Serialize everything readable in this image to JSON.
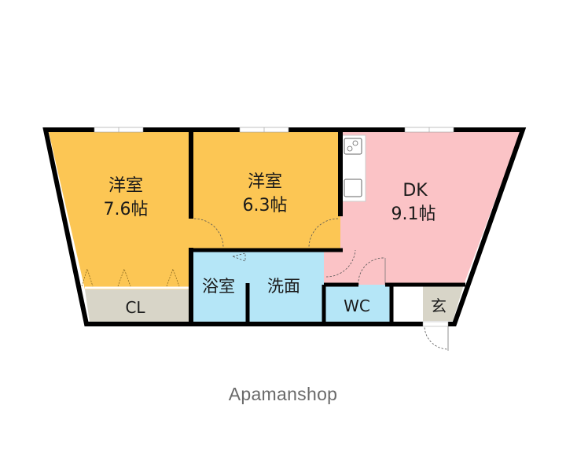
{
  "floorplan": {
    "rooms": [
      {
        "id": "western-room-1",
        "name": "洋室",
        "area": "7.6帖",
        "color": "#fcc654"
      },
      {
        "id": "western-room-2",
        "name": "洋室",
        "area": "6.3帖",
        "color": "#fcc654"
      },
      {
        "id": "dining-kitchen",
        "name": "DK",
        "area": "9.1帖",
        "color": "#fbc3c6"
      },
      {
        "id": "closet",
        "name": "CL",
        "color": "#d8d5c8"
      },
      {
        "id": "bathroom",
        "name": "浴室",
        "color": "#b5e6f7"
      },
      {
        "id": "washroom",
        "name": "洗面",
        "color": "#b5e6f7"
      },
      {
        "id": "toilet",
        "name": "WC",
        "color": "#b5e6f7"
      },
      {
        "id": "entrance",
        "name": "玄",
        "color": "#d8d5c8"
      }
    ],
    "wall_color": "#000000"
  },
  "brand": {
    "label": "Apamanshop"
  }
}
